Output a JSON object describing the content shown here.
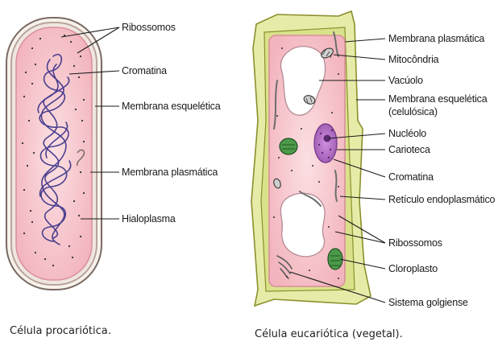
{
  "prokaryote": {
    "caption": "Célula procariótica.",
    "labels": {
      "ribossomos": "Ribossomos",
      "cromatina": "Cromatina",
      "membrana_esqueletica": "Membrana esquelética",
      "membrana_plasmatica": "Membrana plasmática",
      "hialoplasma": "Hialoplasma"
    }
  },
  "eukaryote": {
    "caption": "Célula eucariótica (vegetal).",
    "labels": {
      "membrana_plasmatica": "Membrana plasmática",
      "mitocondria": "Mitocôndria",
      "vacuolo": "Vacúolo",
      "membrana_esqueletica_1": "Membrana esquelética",
      "membrana_esqueletica_2": "(celulósica)",
      "nucleolo": "Nucléolo",
      "carioteca": "Carioteca",
      "cromatina": "Cromatina",
      "reticulo": "Retículo endoplasmático",
      "ribossomos": "Ribossomos",
      "cloroplasto": "Cloroplasto",
      "sistema_golgiense": "Sistema golgiense"
    }
  },
  "colors": {
    "cytoplasm": "#f6c6cc",
    "membrane": "#d98f9c",
    "wall": "#e4eaa3",
    "wall_outline": "#8c8f2c",
    "chromatin": "#4a3f8f",
    "nucleus": "#b06cc4",
    "chloroplast": "#4b9a4a",
    "vacuole": "#ffffff"
  }
}
